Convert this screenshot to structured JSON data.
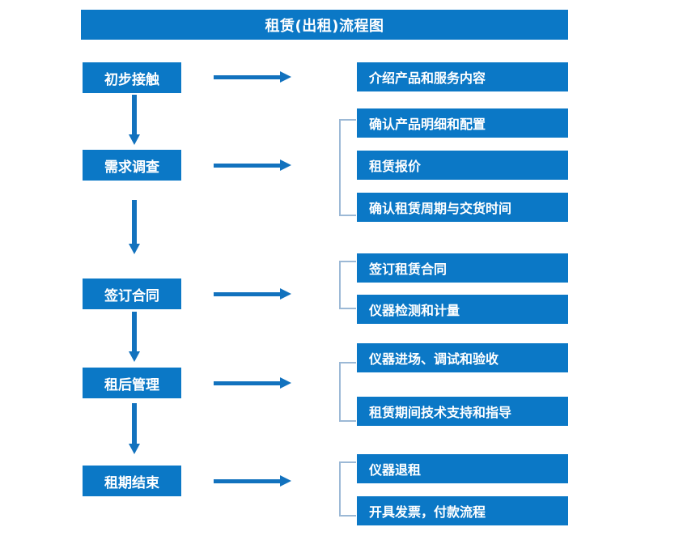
{
  "diagram": {
    "title": "租赁(出租)流程图",
    "colors": {
      "box_fill": "#0B78C6",
      "box_text": "#FFFFFF",
      "arrow": "#1272BE",
      "bracket": "#9CB9D6",
      "background": "#FFFFFF"
    },
    "stages": [
      {
        "id": "stage-1",
        "label": "初步接触",
        "details": [
          "介绍产品和服务内容"
        ]
      },
      {
        "id": "stage-2",
        "label": "需求调查",
        "details": [
          "确认产品明细和配置",
          "租赁报价",
          "确认租赁周期与交货时间"
        ]
      },
      {
        "id": "stage-3",
        "label": "签订合同",
        "details": [
          "签订租赁合同",
          "仪器检测和计量"
        ]
      },
      {
        "id": "stage-4",
        "label": "租后管理",
        "details": [
          "仪器进场、调试和验收",
          "租赁期间技术支持和指导"
        ]
      },
      {
        "id": "stage-5",
        "label": "租期结束",
        "details": [
          "仪器退租",
          "开具发票，付款流程"
        ]
      }
    ],
    "icons": {
      "flow_arrow_right": "right-arrow-icon",
      "flow_arrow_down": "down-arrow-icon",
      "group_bracket": "group-bracket-icon"
    }
  }
}
